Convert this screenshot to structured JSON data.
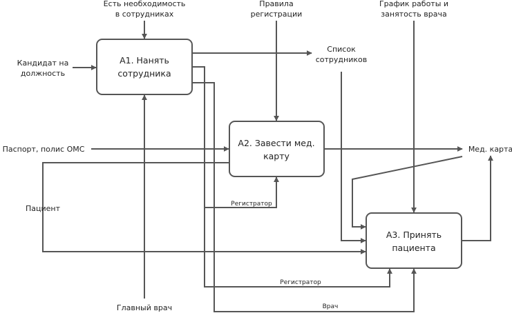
{
  "blocks": {
    "a1": {
      "line1": "А1. Нанять",
      "line2": "сотрудника"
    },
    "a2": {
      "line1": "А2. Завести мед.",
      "line2": "карту"
    },
    "a3": {
      "line1": "А3. Принять",
      "line2": "пациента"
    }
  },
  "labels": {
    "need_line1": "Есть необходимость",
    "need_line2": "в сотрудниках",
    "rules_line1": "Правила",
    "rules_line2": "регистрации",
    "schedule_line1": "График работы и",
    "schedule_line2": "занятость врача",
    "candidate_line1": "Кандидат на",
    "candidate_line2": "должность",
    "staff_list_line1": "Список",
    "staff_list_line2": "сотрудников",
    "passport": "Паспорт, полис ОМС",
    "med_card": "Мед. карта",
    "patient": "Пациент",
    "registrar_a2": "Регистратор",
    "registrar_a3": "Регистратор",
    "doctor": "Врач",
    "chief_doctor": "Главный врач"
  }
}
